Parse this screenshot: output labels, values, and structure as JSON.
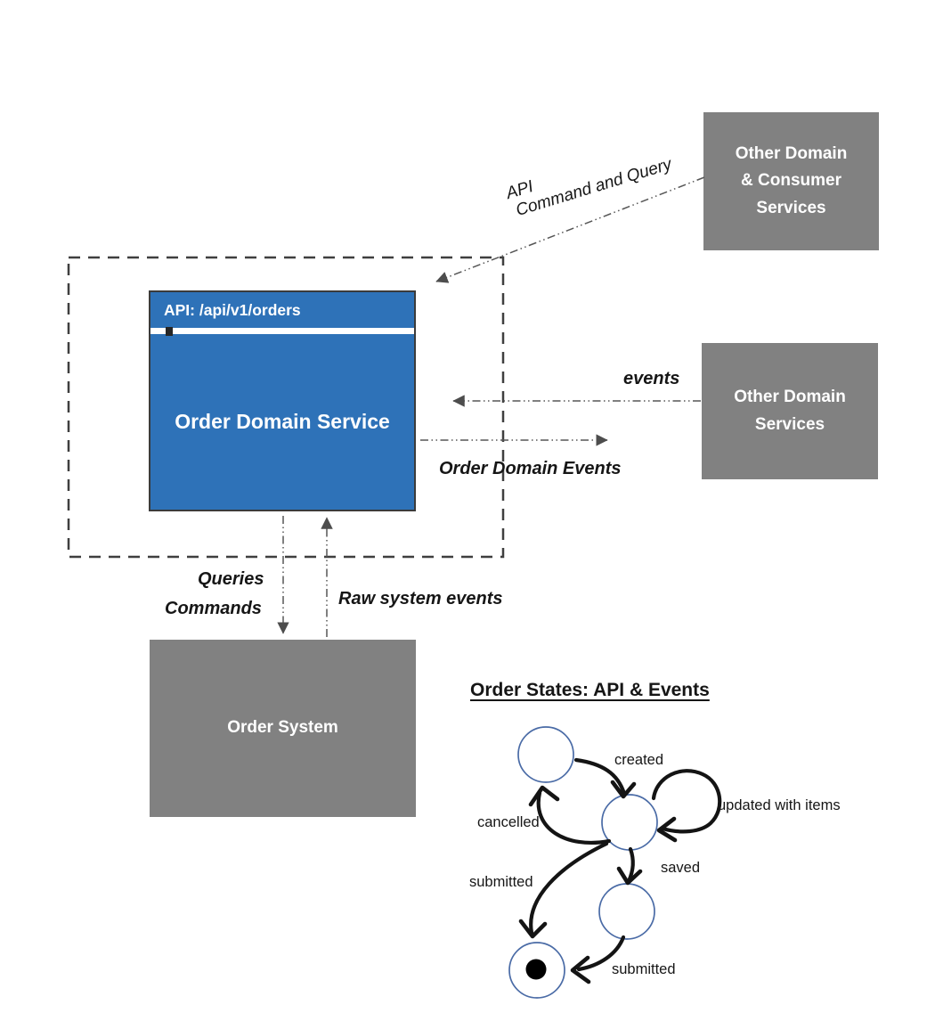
{
  "colors": {
    "blue": "#2E72B8",
    "gray": "#818181",
    "circle": "#4a6ba6",
    "line": "#565656",
    "ink": "#141414"
  },
  "domain_box": {
    "api_label": "API: /api/v1/orders",
    "title": "Order Domain Service"
  },
  "boxes": {
    "consumer_services": {
      "lines": [
        "Other Domain",
        "& Consumer",
        "Services"
      ]
    },
    "other_domain_services": {
      "lines": [
        "Other Domain",
        "Services"
      ]
    },
    "order_system": {
      "label": "Order System"
    }
  },
  "arrows": {
    "api": {
      "line1": "API",
      "line2": "Command and Query"
    },
    "events": {
      "label": "events"
    },
    "order_domain_events": {
      "label": "Order Domain Events"
    },
    "queries_commands": {
      "line1": "Queries",
      "line2": "Commands"
    },
    "raw_system_events": {
      "label": "Raw system events"
    }
  },
  "state_diagram": {
    "title": "Order States: API & Events",
    "labels": {
      "created": "created",
      "cancelled": "cancelled",
      "updated": "updated with items",
      "saved": "saved",
      "submitted_left": "submitted",
      "submitted_bottom": "submitted"
    }
  }
}
